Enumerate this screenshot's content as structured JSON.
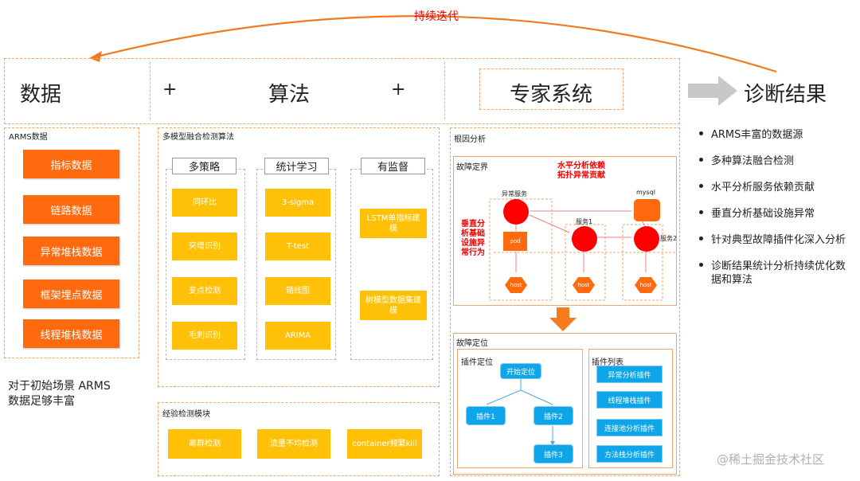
{
  "top": {
    "iterate_label": "持续迭代"
  },
  "pipeline": {
    "data": "数据",
    "plus1": "+",
    "algo": "算法",
    "plus2": "+",
    "expert": "专家系统",
    "result": "诊断结果"
  },
  "arms": {
    "title": "ARMS数据",
    "items": [
      "指标数据",
      "链路数据",
      "异常堆栈数据",
      "框架埋点数据",
      "线程堆栈数据"
    ],
    "note_line1": "对于初始场景 ARMS",
    "note_line2": "数据足够丰富"
  },
  "algorithms": {
    "title": "多模型融合检测算法",
    "col1": {
      "header": "多策略",
      "items": [
        "同环比",
        "突增识别",
        "变点检测",
        "毛刺识别"
      ]
    },
    "col2": {
      "header": "统计学习",
      "items": [
        "3-sigma",
        "T-test",
        "箱线图",
        "ARIMA"
      ]
    },
    "col3": {
      "header": "有监督",
      "items": [
        "LSTM单指标建模",
        "树模型数据集建模"
      ]
    }
  },
  "experience": {
    "title": "经验检测模块",
    "items": [
      "离群检测",
      "流量不均检测",
      "container频繁kill"
    ]
  },
  "root_cause": {
    "title": "根因分析",
    "boundary": {
      "title": "故障定界",
      "horizontal_line1": "水平分析依赖",
      "horizontal_line2": "拓扑异常贡献",
      "vertical_line1": "垂直分",
      "vertical_line2": "析基础",
      "vertical_line3": "设施异",
      "vertical_line4": "常行为",
      "abnormal_service": "异常服务",
      "mysql": "mysql",
      "service1": "服务1",
      "service2": "服务2",
      "pod": "pod",
      "host": "host"
    },
    "locating": {
      "title": "故障定位",
      "plugin_locate": "插件定位",
      "start": "开始定位",
      "plugin1": "插件1",
      "plugin2": "插件2",
      "plugin3": "插件3",
      "plugin_list_title": "插件列表",
      "plugin_list": [
        "异常分析插件",
        "线程堆栈插件",
        "连接池分析插件",
        "方法栈分析插件"
      ]
    }
  },
  "results": [
    "ARMS丰富的数据源",
    "多种算法融合检测",
    "水平分析服务依赖贡献",
    "垂直分析基础设施异常",
    "针对典型故障插件化深入分析",
    "诊断结果统计分析持续优化数",
    "据和算法"
  ],
  "watermark": "@稀土掘金技术社区",
  "colors": {
    "orange": "#ff6a0f",
    "yellow": "#ffc107",
    "blue": "#0ea5e9",
    "red": "#ff0000",
    "dash": "#f2a56b"
  }
}
